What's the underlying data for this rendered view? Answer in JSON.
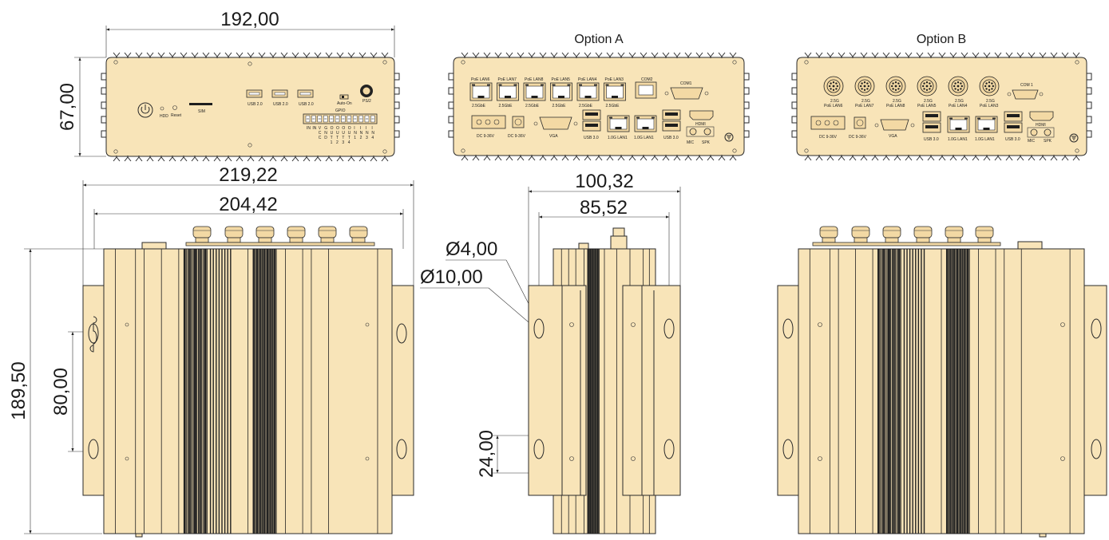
{
  "dimensions": {
    "front_width": "192,00",
    "front_height": "67,00",
    "top_overall_width": "219,22",
    "top_inner_width": "204,42",
    "top_depth": "189,50",
    "mount_spacing": "80,00",
    "side_overall_width": "100,32",
    "side_inner_width": "85,52",
    "hole_small": "Ø4,00",
    "hole_large": "Ø10,00",
    "slot_length": "24,00"
  },
  "options": {
    "a": "Option A",
    "b": "Option B"
  },
  "front_labels": {
    "hdd": "HDD",
    "reset": "Reset",
    "sim": "SIM",
    "usb": "USB 2.0",
    "auto_on": "Auto-On",
    "ps2": "PS/2",
    "gpio": "GPIO",
    "gpio_row1": [
      "IN",
      "IN",
      "V",
      "G",
      "O",
      "O",
      "O",
      "O",
      "I",
      "I",
      "I",
      "I"
    ],
    "gpio_row2": [
      "",
      "",
      "C",
      "N",
      "U",
      "U",
      "U",
      "U",
      "N",
      "N",
      "N",
      "N"
    ],
    "gpio_row3": [
      "",
      "",
      "C",
      "D",
      "T",
      "T",
      "T",
      "T",
      "1",
      "2",
      "3",
      "4"
    ],
    "gpio_row4": [
      "",
      "",
      "",
      "",
      "1",
      "2",
      "3",
      "4",
      "",
      "",
      "",
      ""
    ]
  },
  "option_a_labels": {
    "lan_top": [
      "PoE LAN6",
      "PoE LAN7",
      "PoE LAN8",
      "PoE LAN5",
      "PoE LAN4",
      "PoE LAN3"
    ],
    "lan_speed": "2.5GbE",
    "com2": "COM2",
    "com1": "COM1",
    "dc": "DC 9-36V",
    "vga": "VGA",
    "usb3": "USB 3.0",
    "lan_1g_a": "1.0G LAN1",
    "lan_1g_b": "1.0G LAN1",
    "hdmi": "HDMI",
    "mic": "MIC",
    "spk": "SPK"
  },
  "option_b_labels": {
    "m12": [
      "PoE LAN6",
      "PoE LAN7",
      "PoE LAN8",
      "PoE LAN5",
      "PoE LAN4",
      "PoE LAN3"
    ],
    "m12_speed": "2.5G",
    "com1": "COM 1",
    "dc": "DC 9-36V",
    "vga": "VGA",
    "usb3": "USB 3.0",
    "lan_a": "1.0G LAN1",
    "lan_b": "1.0G LAN1",
    "hdmi": "HDMI",
    "mic": "MIC",
    "spk": "SPK"
  }
}
